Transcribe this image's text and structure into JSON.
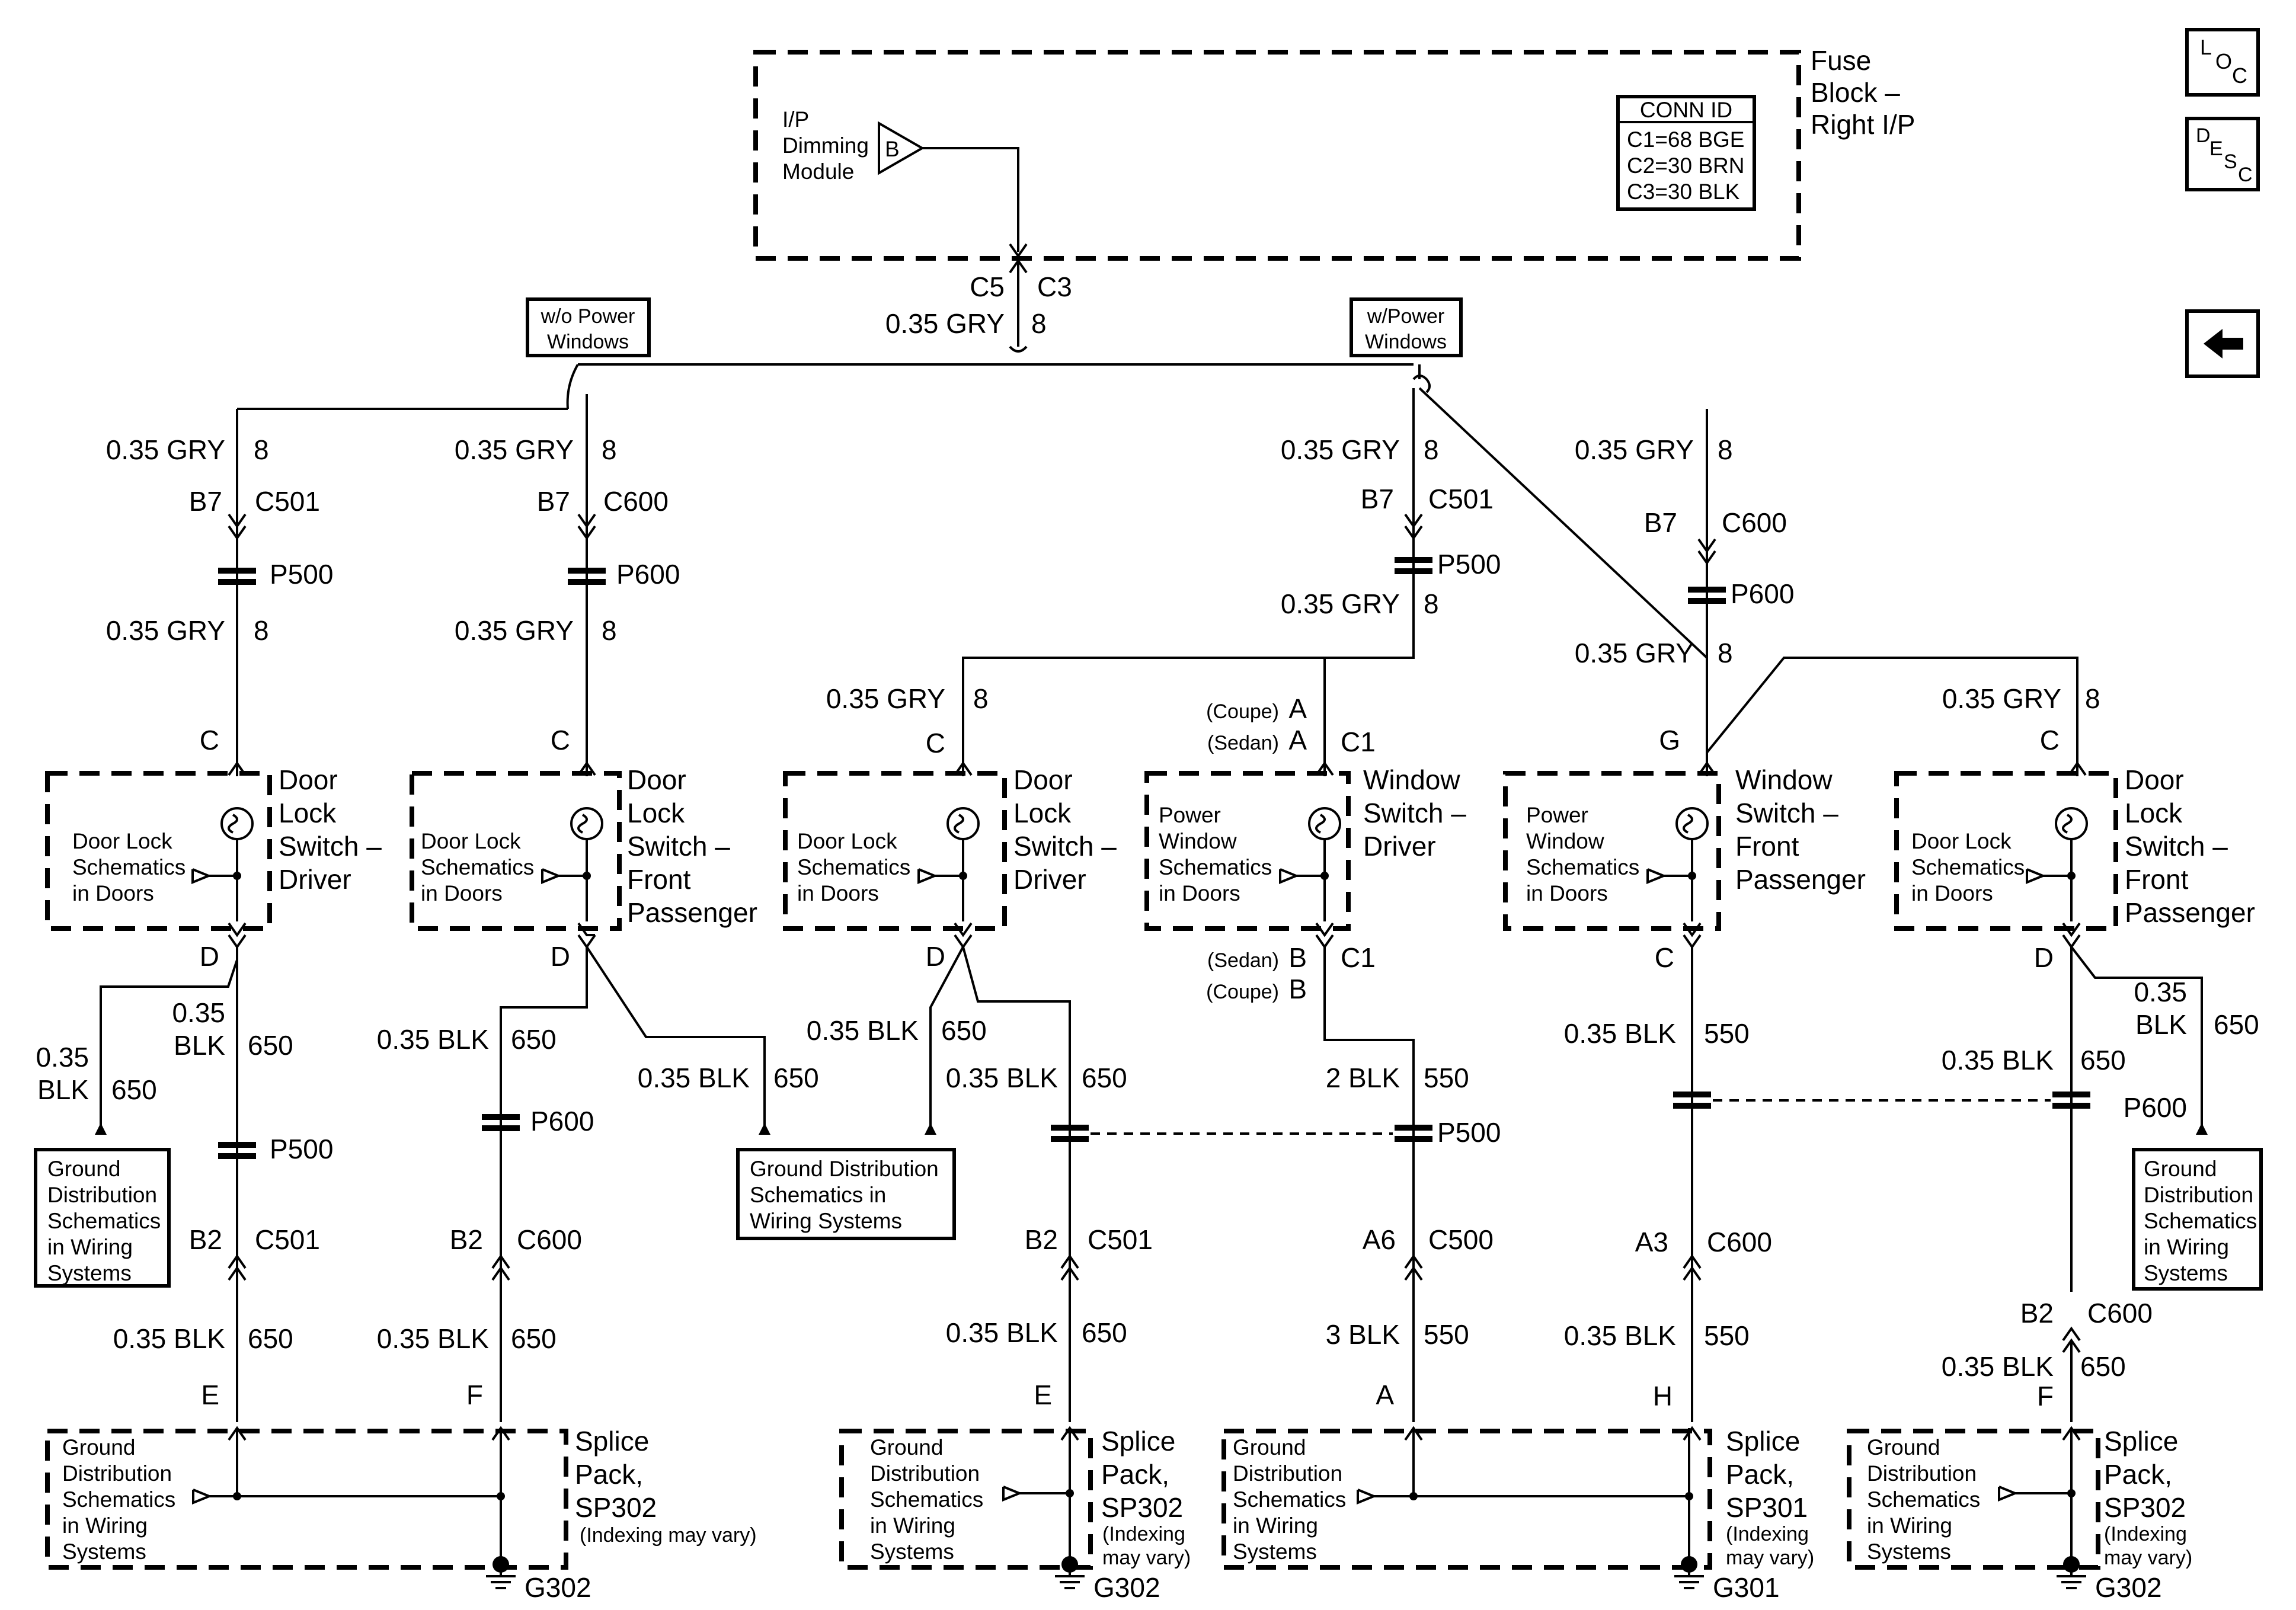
{
  "fuse_block": {
    "name_lines": [
      "Fuse",
      "Block –",
      "Right I/P"
    ],
    "module_lines": [
      "I/P",
      "Dimming",
      "Module"
    ],
    "module_pin": "B",
    "conn_id": {
      "title": "CONN ID",
      "rows": [
        "C1=68 BGE",
        "C2=30 BRN",
        "C3=30 BLK"
      ]
    },
    "out_conn_left": "C5",
    "out_conn_right": "C3",
    "out_wire": "0.35 GRY",
    "out_circuit": "8"
  },
  "options": {
    "without_power_windows": [
      "w/o Power",
      "Windows"
    ],
    "with_power_windows": [
      "w/Power",
      "Windows"
    ]
  },
  "side_icons": {
    "loc": [
      "L",
      "O",
      "C"
    ],
    "desc": [
      "D",
      "E",
      "S",
      "C"
    ],
    "back": "back-arrow"
  },
  "components": {
    "door_lock_driver": [
      "Door",
      "Lock",
      "Switch –",
      "Driver"
    ],
    "door_lock_front_passenger": [
      "Door",
      "Lock",
      "Switch –",
      "Front",
      "Passenger"
    ],
    "window_switch_driver": [
      "Window",
      "Switch –",
      "Driver"
    ],
    "window_switch_front_passenger": [
      "Window",
      "Switch –",
      "Front",
      "Passenger"
    ],
    "door_lock_schematics": [
      "Door Lock",
      "Schematics",
      "in Doors"
    ],
    "power_window_schematics": [
      "Power",
      "Window",
      "Schematics",
      "in Doors"
    ],
    "ground_distribution_4": [
      "Ground",
      "Distribution",
      "Schematics",
      "in Wiring",
      "Systems"
    ],
    "ground_distribution_3": [
      "Ground Distribution",
      "Schematics in",
      "Wiring Systems"
    ],
    "splice_pack_sp302": [
      "Splice",
      "Pack,",
      "SP302"
    ],
    "splice_pack_sp301": [
      "Splice",
      "Pack,",
      "SP301"
    ],
    "indexing_one_line": "(Indexing may vary)",
    "indexing_two_lines": [
      "(Indexing",
      "may vary)"
    ]
  },
  "labels": {
    "gry": "0.35 GRY",
    "blk": "0.35 BLK",
    "blk_2": "2 BLK",
    "blk_3": "3 BLK",
    "blk_stacked_top": "0.35",
    "blk_stacked_bottom": "BLK",
    "circuit_8": "8",
    "circuit_650": "650",
    "circuit_550": "550",
    "c501": "C501",
    "c600": "C600",
    "c500": "C500",
    "c1": "C1",
    "p500": "P500",
    "p600": "P600",
    "b7": "B7",
    "b2": "B2",
    "a6": "A6",
    "a3": "A3",
    "pin_a": "A",
    "pin_b": "B",
    "pin_c": "C",
    "pin_d": "D",
    "pin_e": "E",
    "pin_f": "F",
    "pin_g": "G",
    "pin_h": "H",
    "coupe": "(Coupe)",
    "sedan": "(Sedan)",
    "g301": "G301",
    "g302": "G302"
  }
}
